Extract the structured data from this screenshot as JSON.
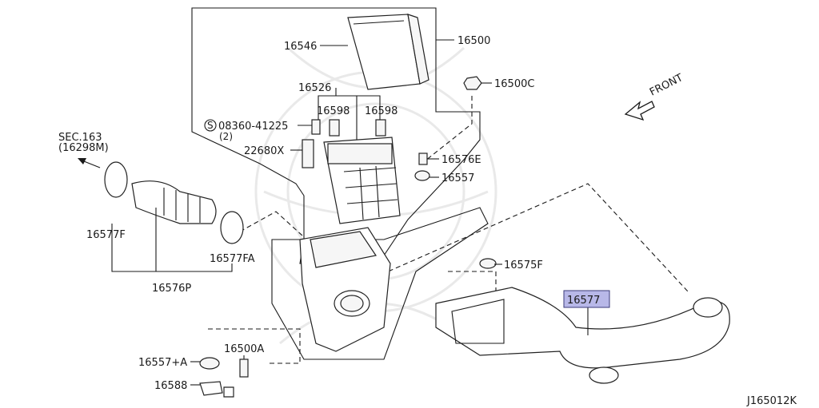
{
  "diagram_id": "J165012K",
  "front_label": "FRONT",
  "sec_ref": {
    "line1": "SEC.163",
    "line2": "(16298M)"
  },
  "highlight_color": "#b8b8e8",
  "labels": {
    "p16546": "16546",
    "p16500": "16500",
    "p16500c": "16500C",
    "p16526": "16526",
    "p16598a": "16598",
    "p16598b": "16598",
    "bolt_s": "08360-41225",
    "bolt_qty": "(2)",
    "p22680x": "22680X",
    "p16576e": "16576E",
    "p16557": "16557",
    "p16577f": "16577F",
    "p16577fa": "16577FA",
    "p16576p": "16576P",
    "p16575f": "16575F",
    "p16577": "16577",
    "p16500a": "16500A",
    "p16557a": "16557+A",
    "p16588": "16588"
  }
}
